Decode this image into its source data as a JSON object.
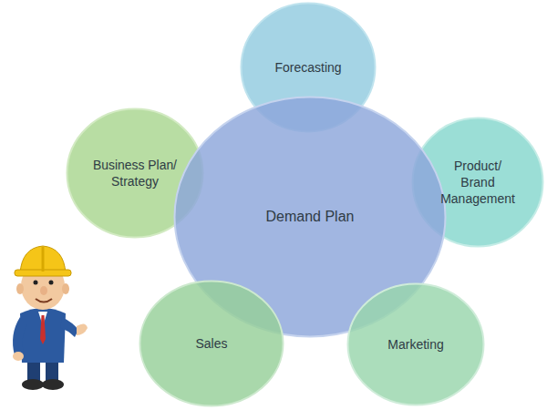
{
  "diagram": {
    "nodes": [
      {
        "text": [
          "Forecasting"
        ]
      },
      {
        "text": [
          "Business Plan/ Strategy"
        ]
      },
      {
        "text": [
          "Product/ Brand Management"
        ]
      },
      {
        "text": [
          "Demand Plan"
        ]
      },
      {
        "text": [
          "Sales"
        ]
      },
      {
        "text": [
          "Marketing"
        ]
      }
    ]
  }
}
